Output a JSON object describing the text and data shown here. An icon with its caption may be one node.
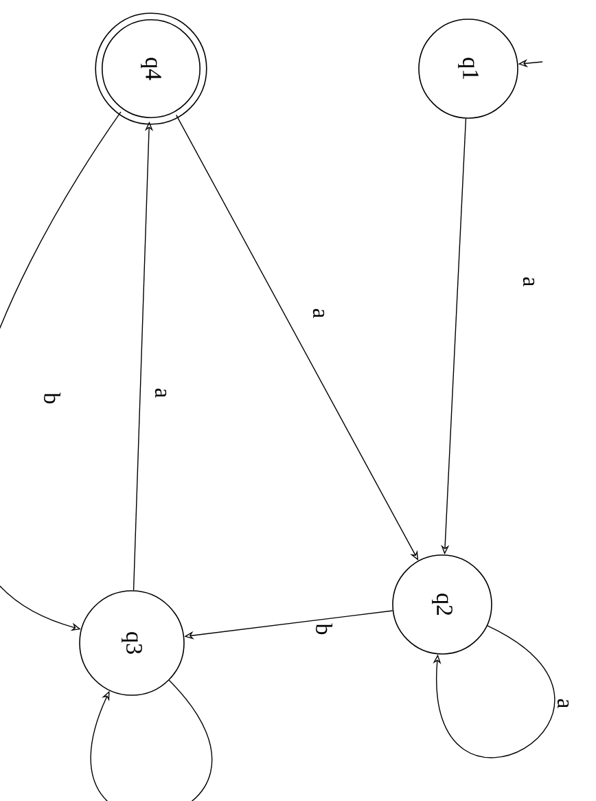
{
  "diagram": {
    "nodes": [
      {
        "text": [
          "q1"
        ]
      },
      {
        "text": [
          "q2"
        ]
      },
      {
        "text": [
          "q3"
        ]
      },
      {
        "text": [
          "q4"
        ]
      }
    ],
    "edges": [
      {
        "from": null,
        "to": 0,
        "arrow": "to"
      },
      {
        "from": 0,
        "to": 1,
        "label": "a",
        "arrow": "to"
      },
      {
        "from": 3,
        "to": 1,
        "label": "a",
        "arrow": "to"
      },
      {
        "from": 2,
        "to": 3,
        "label": "a",
        "arrow": "to"
      },
      {
        "from": 3,
        "to": 2,
        "label": "b",
        "arrow": "to"
      },
      {
        "from": 1,
        "to": 2,
        "label": "b",
        "arrow": "to"
      },
      {
        "from": 1,
        "to": 1,
        "label": "a",
        "arrow": "to"
      },
      {
        "from": 2,
        "to": 2,
        "arrow": "to"
      }
    ]
  }
}
